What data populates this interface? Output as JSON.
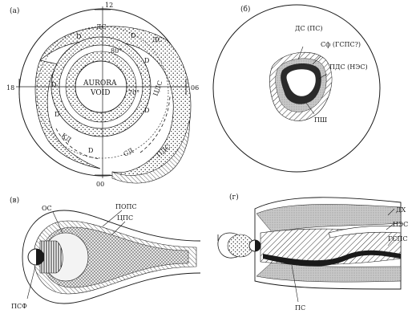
{
  "panels": {
    "a": {
      "tag": "(a)",
      "center_text_1": "AURORA",
      "center_text_2": "VOID",
      "lat_80": "80°",
      "lat_70": "70°",
      "mlt_12": "12",
      "mlt_18": "18",
      "mlt_06": "06",
      "mlt_00": "00",
      "lbl_dps_1": "ДС",
      "lbl_dps_2": "ДС",
      "lbl_d": "D",
      "lbl_d_ul": "D",
      "lbl_d_ur": "D",
      "lbl_d_l": "D",
      "lbl_d_r": "D",
      "lbl_d_bl": "D",
      "lbl_d_b": "D",
      "lbl_uds": "ЦДС",
      "lbl_kd": "КД",
      "lbl_cd": "СД",
      "lbl_pds": "ПДС"
    },
    "b": {
      "tag": "(б)",
      "lbl_ds": "ДС (ПС)",
      "lbl_sf": "Сф (ГСПС?)",
      "lbl_pds": "ПДС (НЭС)",
      "lbl_pp": "ПШ"
    },
    "c": {
      "tag": "(в)",
      "lbl_os": "ОС",
      "lbl_pops": "ПОПС",
      "lbl_tss": "ЦПС",
      "lbl_psf": "ПСФ"
    },
    "d": {
      "tag": "(г)",
      "lbl_dx": "ДХ",
      "lbl_nes": "НЭС",
      "lbl_gsps": "ГСПС",
      "lbl_ps": "ПС"
    }
  },
  "colors": {
    "ink": "#1a1a1a",
    "paper": "#ffffff",
    "dark_band": "#2a2a2a",
    "mid_gray": "#8a8a8a"
  }
}
